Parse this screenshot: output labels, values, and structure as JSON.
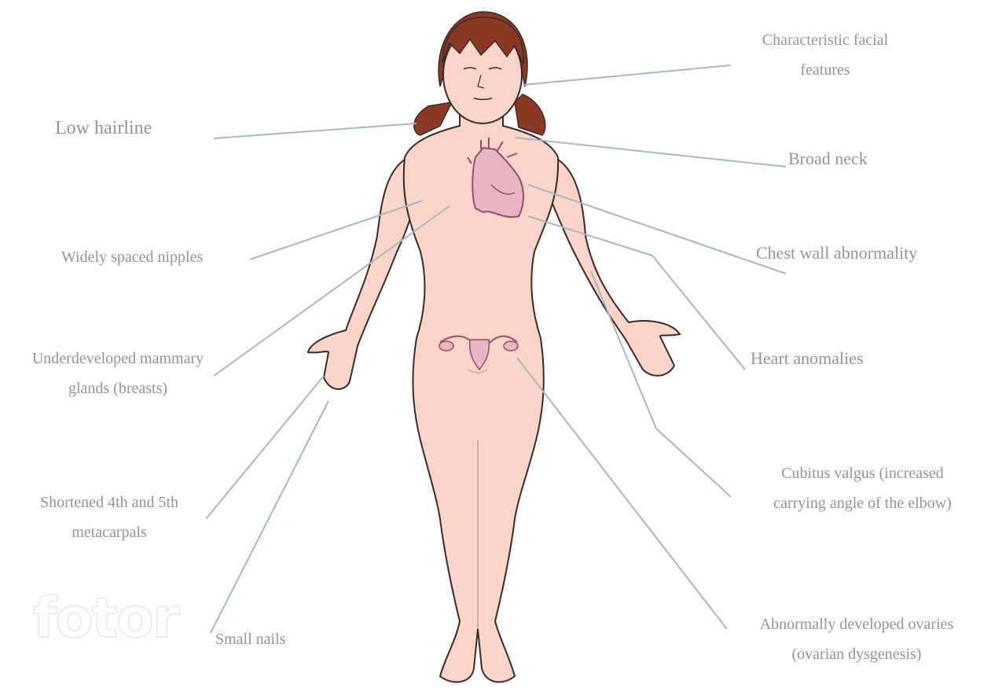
{
  "labels": {
    "low_hairline": "Low hairline",
    "facial_features": [
      "Characteristic facial",
      "features"
    ],
    "broad_neck": "Broad neck",
    "widely_spaced_nipples": "Widely spaced nipples",
    "chest_wall": "Chest wall abnormality",
    "mammary": [
      "Underdeveloped mammary",
      "glands (breasts)"
    ],
    "heart": "Heart anomalies",
    "metacarpals": [
      "Shortened 4th and 5th",
      "metacarpals"
    ],
    "cubitus": [
      "Cubitus valgus (increased",
      "carrying angle of the elbow)"
    ],
    "small_nails": "Small nails",
    "ovaries": [
      "Abnormally developed ovaries",
      "(ovarian dysgenesis)"
    ]
  },
  "watermark": "fotor",
  "colors": {
    "skin": "#f9d6c8",
    "skin_outline": "#3a2a28",
    "hair": "#8a3a24",
    "leader_line": "#a9b6c0",
    "label_text": "#8f959b",
    "organ": "#b06a8a"
  }
}
